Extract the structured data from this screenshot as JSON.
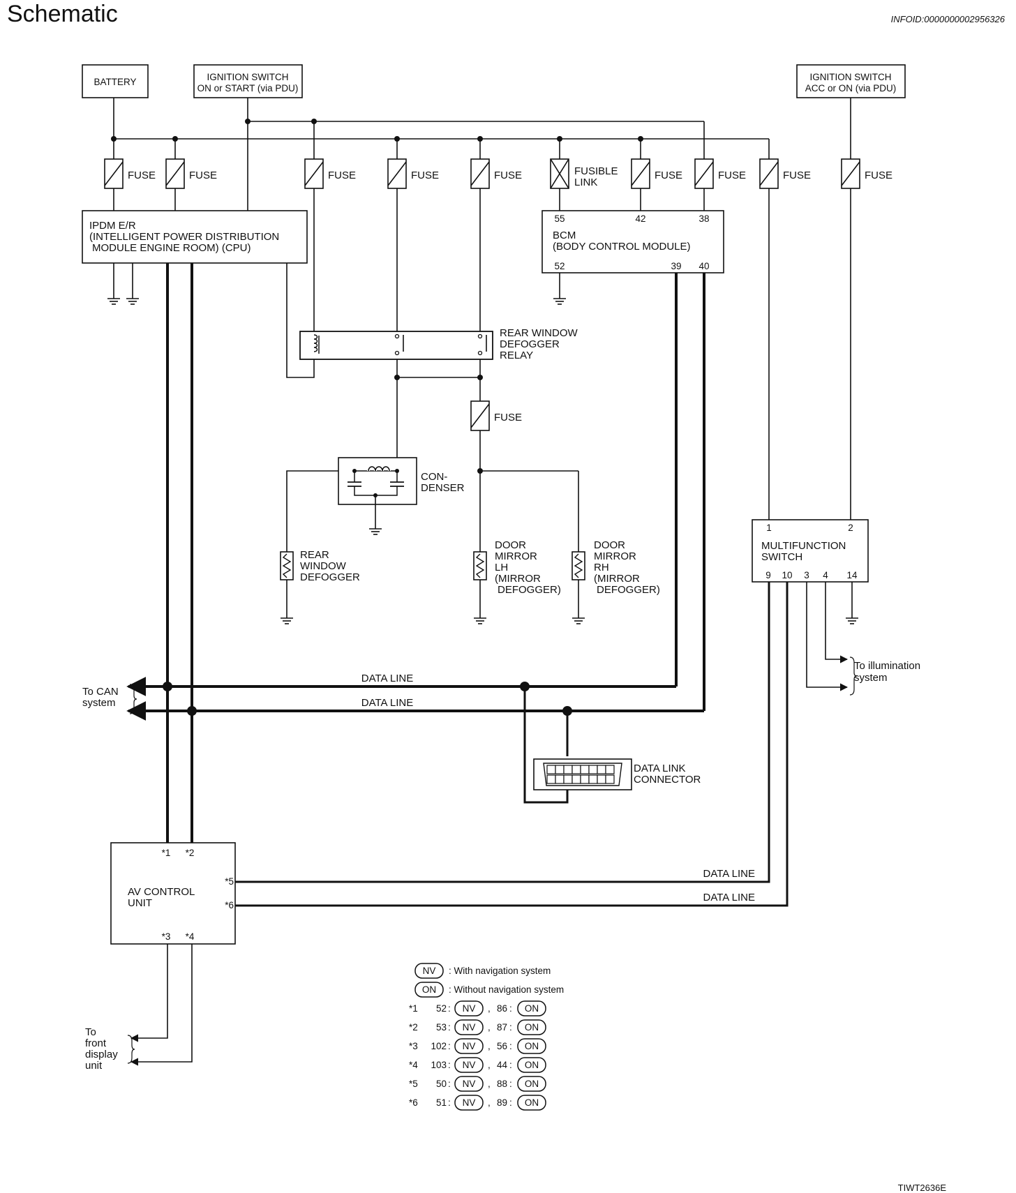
{
  "header": {
    "title": "Schematic",
    "info_id": "INFOID:0000000002956326",
    "figure_id": "TIWT2636E"
  },
  "sources": {
    "battery": "BATTERY",
    "ign_on_1": "IGNITION SWITCH",
    "ign_on_2": "ON or START (via PDU)",
    "ign_acc_1": "IGNITION SWITCH",
    "ign_acc_2": "ACC or ON (via PDU)"
  },
  "fuses": {
    "fuse": "FUSE",
    "fusible_1": "FUSIBLE",
    "fusible_2": "LINK"
  },
  "ipdm": {
    "line1": "IPDM E/R",
    "line2": "(INTELLIGENT POWER DISTRIBUTION",
    "line3": "MODULE ENGINE ROOM) (CPU)"
  },
  "bcm": {
    "line1": "BCM",
    "line2": "(BODY CONTROL MODULE)",
    "pins": {
      "p55": "55",
      "p42": "42",
      "p38": "38",
      "p52": "52",
      "p39": "39",
      "p40": "40"
    }
  },
  "relay": {
    "line1": "REAR WINDOW",
    "line2": "DEFOGGER",
    "line3": "RELAY"
  },
  "condenser": {
    "line1": "CON-",
    "line2": "DENSER"
  },
  "rear_defogger": {
    "line1": "REAR",
    "line2": "WINDOW",
    "line3": "DEFOGGER"
  },
  "mirror_lh": {
    "line1": "DOOR",
    "line2": "MIRROR",
    "line3": "LH",
    "line4": "(MIRROR",
    "line5": "DEFOGGER)"
  },
  "mirror_rh": {
    "line1": "DOOR",
    "line2": "MIRROR",
    "line3": "RH",
    "line4": "(MIRROR",
    "line5": "DEFOGGER)"
  },
  "multifunction": {
    "line1": "MULTIFUNCTION",
    "line2": "SWITCH",
    "pins": {
      "p1": "1",
      "p2": "2",
      "p9": "9",
      "p10": "10",
      "p3": "3",
      "p4": "4",
      "p14": "14"
    }
  },
  "illumination": {
    "line1": "To illumination",
    "line2": "system"
  },
  "can": {
    "line1": "To CAN",
    "line2": "system"
  },
  "data_line": "DATA LINE",
  "dlc": {
    "line1": "DATA LINK",
    "line2": "CONNECTOR"
  },
  "av": {
    "line1": "AV CONTROL",
    "line2": "UNIT",
    "pins": {
      "p1": "*1",
      "p2": "*2",
      "p3": "*3",
      "p4": "*4",
      "p5": "*5",
      "p6": "*6"
    }
  },
  "front_display": {
    "line1": "To",
    "line2": "front",
    "line3": "display",
    "line4": "unit"
  },
  "legend": {
    "nv_badge": "NV",
    "on_badge": "ON",
    "nv_text": ": With navigation system",
    "on_text": ": Without navigation system",
    "rows": [
      {
        "star": "*1",
        "nv_pin": "52",
        "on_pin": "86"
      },
      {
        "star": "*2",
        "nv_pin": "53",
        "on_pin": "87"
      },
      {
        "star": "*3",
        "nv_pin": "102",
        "on_pin": "56"
      },
      {
        "star": "*4",
        "nv_pin": "103",
        "on_pin": "44"
      },
      {
        "star": "*5",
        "nv_pin": "50",
        "on_pin": "88"
      },
      {
        "star": "*6",
        "nv_pin": "51",
        "on_pin": "89"
      }
    ]
  }
}
